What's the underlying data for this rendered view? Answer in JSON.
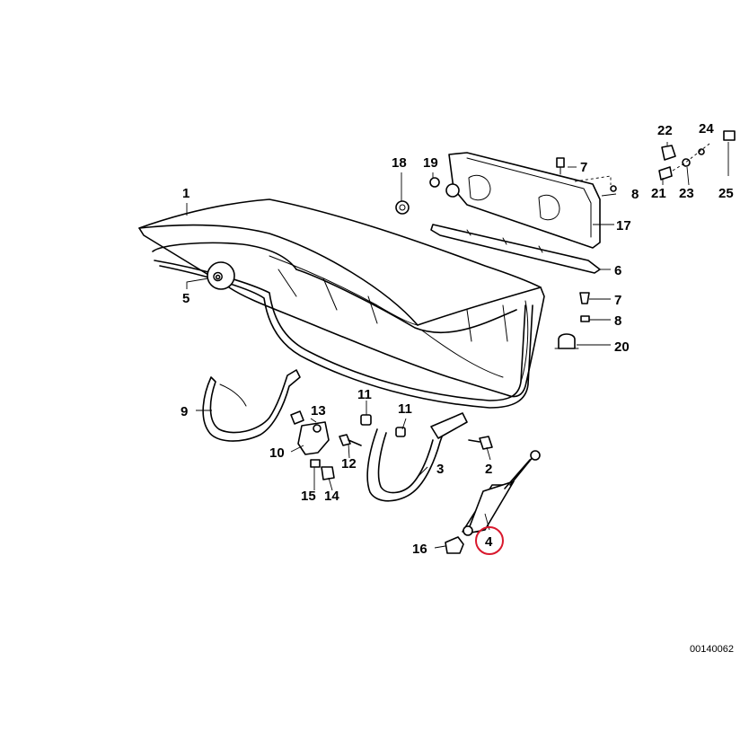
{
  "diagram": {
    "drawing_number": "00140062",
    "highlighted_callout": "4",
    "highlight_color": "#d9182d",
    "callouts": [
      {
        "id": "c1",
        "label": "1"
      },
      {
        "id": "c2",
        "label": "2"
      },
      {
        "id": "c3",
        "label": "3"
      },
      {
        "id": "c4",
        "label": "4"
      },
      {
        "id": "c5",
        "label": "5"
      },
      {
        "id": "c6",
        "label": "6"
      },
      {
        "id": "c7a",
        "label": "7"
      },
      {
        "id": "c7b",
        "label": "7"
      },
      {
        "id": "c8a",
        "label": "8"
      },
      {
        "id": "c8b",
        "label": "8"
      },
      {
        "id": "c9",
        "label": "9"
      },
      {
        "id": "c10",
        "label": "10"
      },
      {
        "id": "c11a",
        "label": "11"
      },
      {
        "id": "c11b",
        "label": "11"
      },
      {
        "id": "c12",
        "label": "12"
      },
      {
        "id": "c13",
        "label": "13"
      },
      {
        "id": "c14",
        "label": "14"
      },
      {
        "id": "c15",
        "label": "15"
      },
      {
        "id": "c16",
        "label": "16"
      },
      {
        "id": "c17",
        "label": "17"
      },
      {
        "id": "c18",
        "label": "18"
      },
      {
        "id": "c19",
        "label": "19"
      },
      {
        "id": "c20",
        "label": "20"
      },
      {
        "id": "c21",
        "label": "21"
      },
      {
        "id": "c22",
        "label": "22"
      },
      {
        "id": "c23",
        "label": "23"
      },
      {
        "id": "c24",
        "label": "24"
      },
      {
        "id": "c25",
        "label": "25"
      }
    ]
  }
}
